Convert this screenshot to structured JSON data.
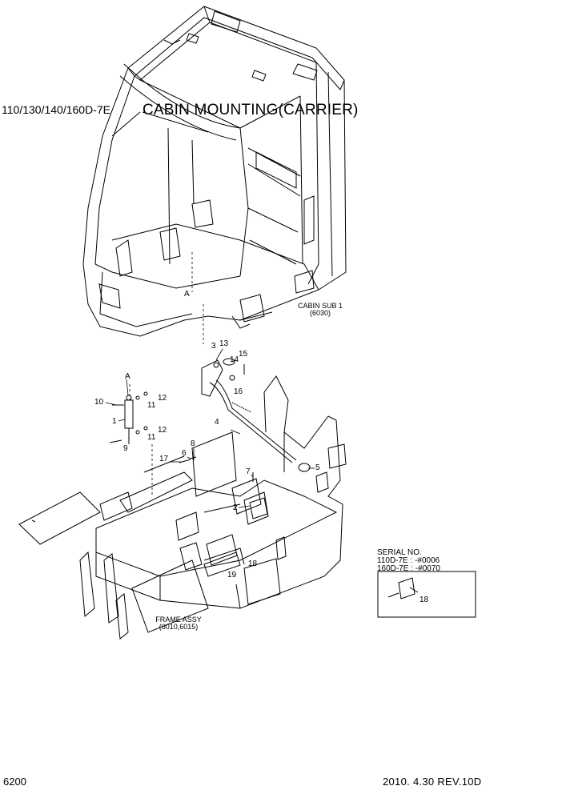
{
  "header": {
    "model": "110/130/140/160D-7E",
    "title": "CABIN MOUNTING(CARRIER)"
  },
  "cabin": {
    "name": "CABIN SUB 1",
    "code": "(6030)"
  },
  "frame": {
    "name": "FRAME ASSY",
    "code": "(6010,6015)"
  },
  "serial": {
    "heading": "SERIAL NO.",
    "lines": [
      "110D-7E : -#0006",
      "160D-7E : -#0070"
    ],
    "part": "18"
  },
  "callouts": {
    "A_top": "A",
    "A_cyl": "A",
    "n1": "1",
    "n2": "2",
    "n3": "3",
    "n4": "4",
    "n5": "5",
    "n6": "6",
    "n7": "7",
    "n8": "8",
    "n9": "9",
    "n10": "10",
    "n11a": "11",
    "n11b": "11",
    "n12a": "12",
    "n12b": "12",
    "n13": "13",
    "n14": "14",
    "n15": "15",
    "n16": "16",
    "n17": "17",
    "n18": "18",
    "n19": "19"
  },
  "footer": {
    "page": "6200",
    "revision": "2010. 4.30  REV.10D"
  }
}
